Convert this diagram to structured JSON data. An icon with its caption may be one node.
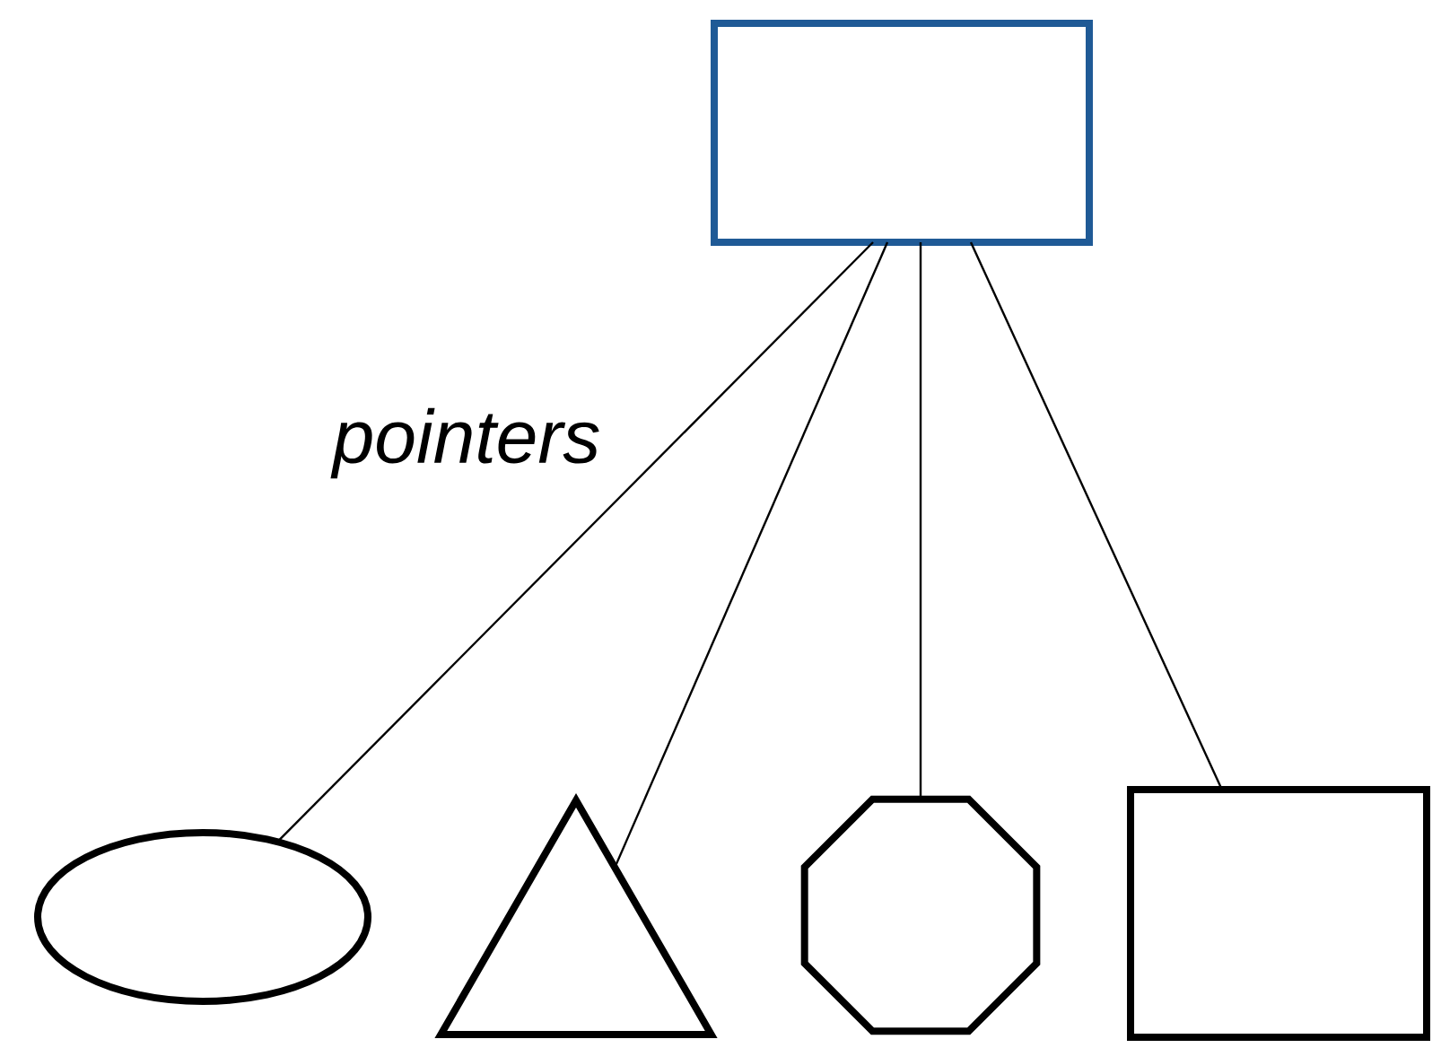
{
  "diagram": {
    "nodes": [
      {
        "text": [],
        "shape": "box"
      },
      {
        "text": [],
        "shape": "ellipse"
      },
      {
        "text": [],
        "shape": "triangle"
      },
      {
        "text": [],
        "shape": "octagon"
      },
      {
        "text": [],
        "shape": "box"
      }
    ],
    "edges": [
      {
        "from": 0,
        "to": 1,
        "arrow": "none"
      },
      {
        "from": 0,
        "to": 2,
        "arrow": "none"
      },
      {
        "from": 0,
        "to": 3,
        "arrow": "none"
      },
      {
        "from": 0,
        "to": 4,
        "arrow": "none"
      }
    ],
    "labels": [
      "pointers"
    ]
  }
}
